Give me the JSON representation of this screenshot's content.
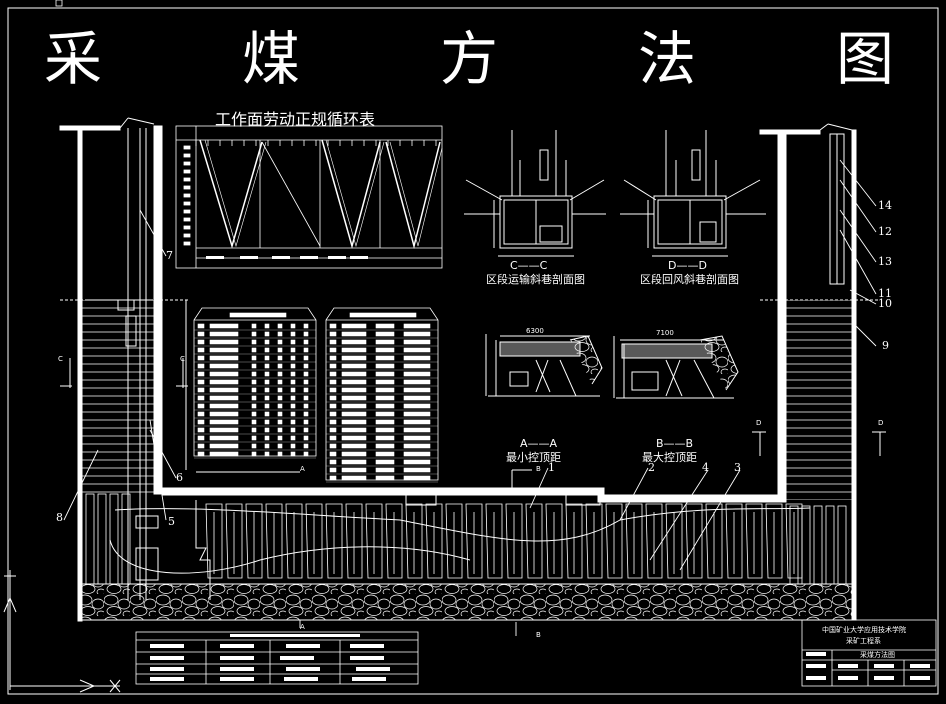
{
  "title_chars": [
    "采",
    "煤",
    "方",
    "法",
    "图"
  ],
  "cycle_table_title": "工作面劳动正规循环表",
  "section_cc": {
    "mark": "C——C",
    "caption": "区段运输斜巷剖面图"
  },
  "section_dd": {
    "mark": "D——D",
    "caption": "区段回风斜巷剖面图"
  },
  "section_aa": {
    "mark": "A——A",
    "caption": "最小控顶距",
    "dim": "6300"
  },
  "section_bb": {
    "mark": "B——B",
    "caption": "最大控顶距",
    "dim": "7100"
  },
  "callouts": [
    "1",
    "2",
    "3",
    "4",
    "5",
    "6",
    "7",
    "8",
    "9",
    "10",
    "11",
    "12",
    "13",
    "14"
  ],
  "section_letters": {
    "a": "A",
    "b": "B",
    "c": "C",
    "d": "D"
  },
  "title_block": {
    "school": "中国矿业大学应用技术学院",
    "dept": "采矿工程系",
    "drawing": "采煤方法图"
  },
  "colors": {
    "background": "#000000",
    "lines": "#ffffff"
  }
}
